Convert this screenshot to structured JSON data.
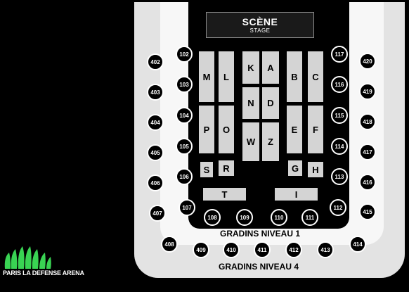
{
  "stage": {
    "title": "SCÈNE",
    "subtitle": "STAGE"
  },
  "floor_blocks": [
    "M",
    "L",
    "K",
    "A",
    "B",
    "C",
    "N",
    "D",
    "P",
    "O",
    "E",
    "F",
    "W",
    "Z",
    "S",
    "R",
    "G",
    "H",
    "T",
    "I"
  ],
  "seats": {
    "s102": "102",
    "s103": "103",
    "s104": "104",
    "s105": "105",
    "s106": "106",
    "s107": "107",
    "s108": "108",
    "s109": "109",
    "s110": "110",
    "s111": "111",
    "s112": "112",
    "s113": "113",
    "s114": "114",
    "s115": "115",
    "s116": "116",
    "s117": "117",
    "s402": "402",
    "s403": "403",
    "s404": "404",
    "s405": "405",
    "s406": "406",
    "s407": "407",
    "s408": "408",
    "s409": "409",
    "s410": "410",
    "s411": "411",
    "s412": "412",
    "s413": "413",
    "s414": "414",
    "s415": "415",
    "s416": "416",
    "s417": "417",
    "s418": "418",
    "s419": "419",
    "s420": "420"
  },
  "tiers": {
    "level1": "GRADINS NIVEAU 1",
    "level4": "GRADINS NIVEAU 4"
  },
  "logo": {
    "text": "PARIS LA DEFENSE ARENA"
  },
  "colors": {
    "logo_green": "#39d353",
    "block_gray": "#d4d4d4",
    "tier4_bg": "#e3e3e3",
    "tier1_bg": "#f7f7f7"
  }
}
